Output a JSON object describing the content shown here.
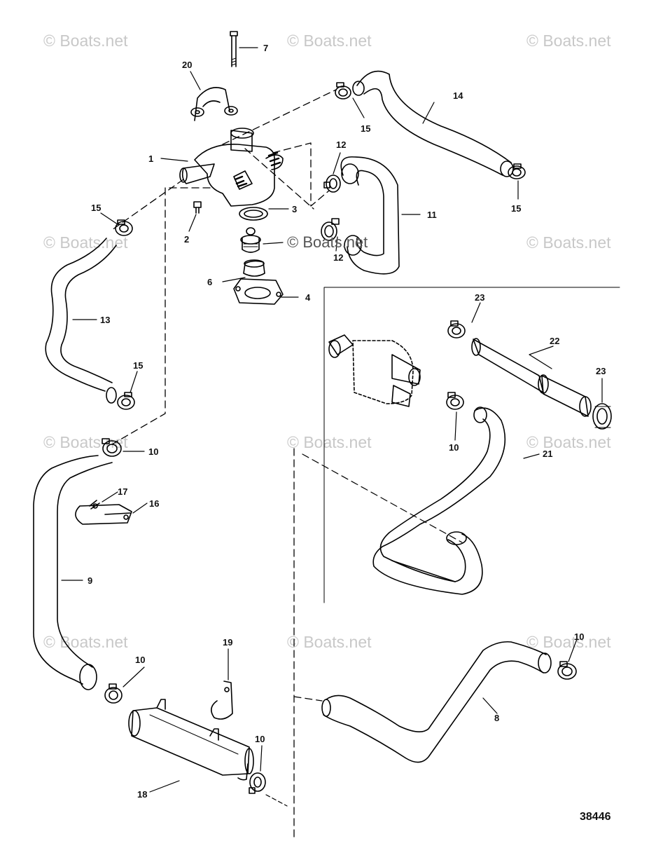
{
  "watermark": "© Boats.net",
  "figure_number": "38446",
  "callouts": [
    {
      "id": "c7",
      "label": "7"
    },
    {
      "id": "c20",
      "label": "20"
    },
    {
      "id": "c14",
      "label": "14"
    },
    {
      "id": "c15a",
      "label": "15"
    },
    {
      "id": "c1",
      "label": "1"
    },
    {
      "id": "c12a",
      "label": "12"
    },
    {
      "id": "c15b",
      "label": "15"
    },
    {
      "id": "c3",
      "label": "3"
    },
    {
      "id": "c11",
      "label": "11"
    },
    {
      "id": "c15c",
      "label": "15"
    },
    {
      "id": "c2",
      "label": "2"
    },
    {
      "id": "c12b",
      "label": "12"
    },
    {
      "id": "c6",
      "label": "6"
    },
    {
      "id": "c4",
      "label": "4"
    },
    {
      "id": "c23a",
      "label": "23"
    },
    {
      "id": "c13",
      "label": "13"
    },
    {
      "id": "c22",
      "label": "22"
    },
    {
      "id": "c23b",
      "label": "23"
    },
    {
      "id": "c15d",
      "label": "15"
    },
    {
      "id": "c10a",
      "label": "10"
    },
    {
      "id": "c10b",
      "label": "10"
    },
    {
      "id": "c21",
      "label": "21"
    },
    {
      "id": "c17",
      "label": "17"
    },
    {
      "id": "c16",
      "label": "16"
    },
    {
      "id": "c9",
      "label": "9"
    },
    {
      "id": "c19",
      "label": "19"
    },
    {
      "id": "c10c",
      "label": "10"
    },
    {
      "id": "c10d",
      "label": "10"
    },
    {
      "id": "c8",
      "label": "8"
    },
    {
      "id": "c10e",
      "label": "10"
    },
    {
      "id": "c18",
      "label": "18"
    }
  ]
}
